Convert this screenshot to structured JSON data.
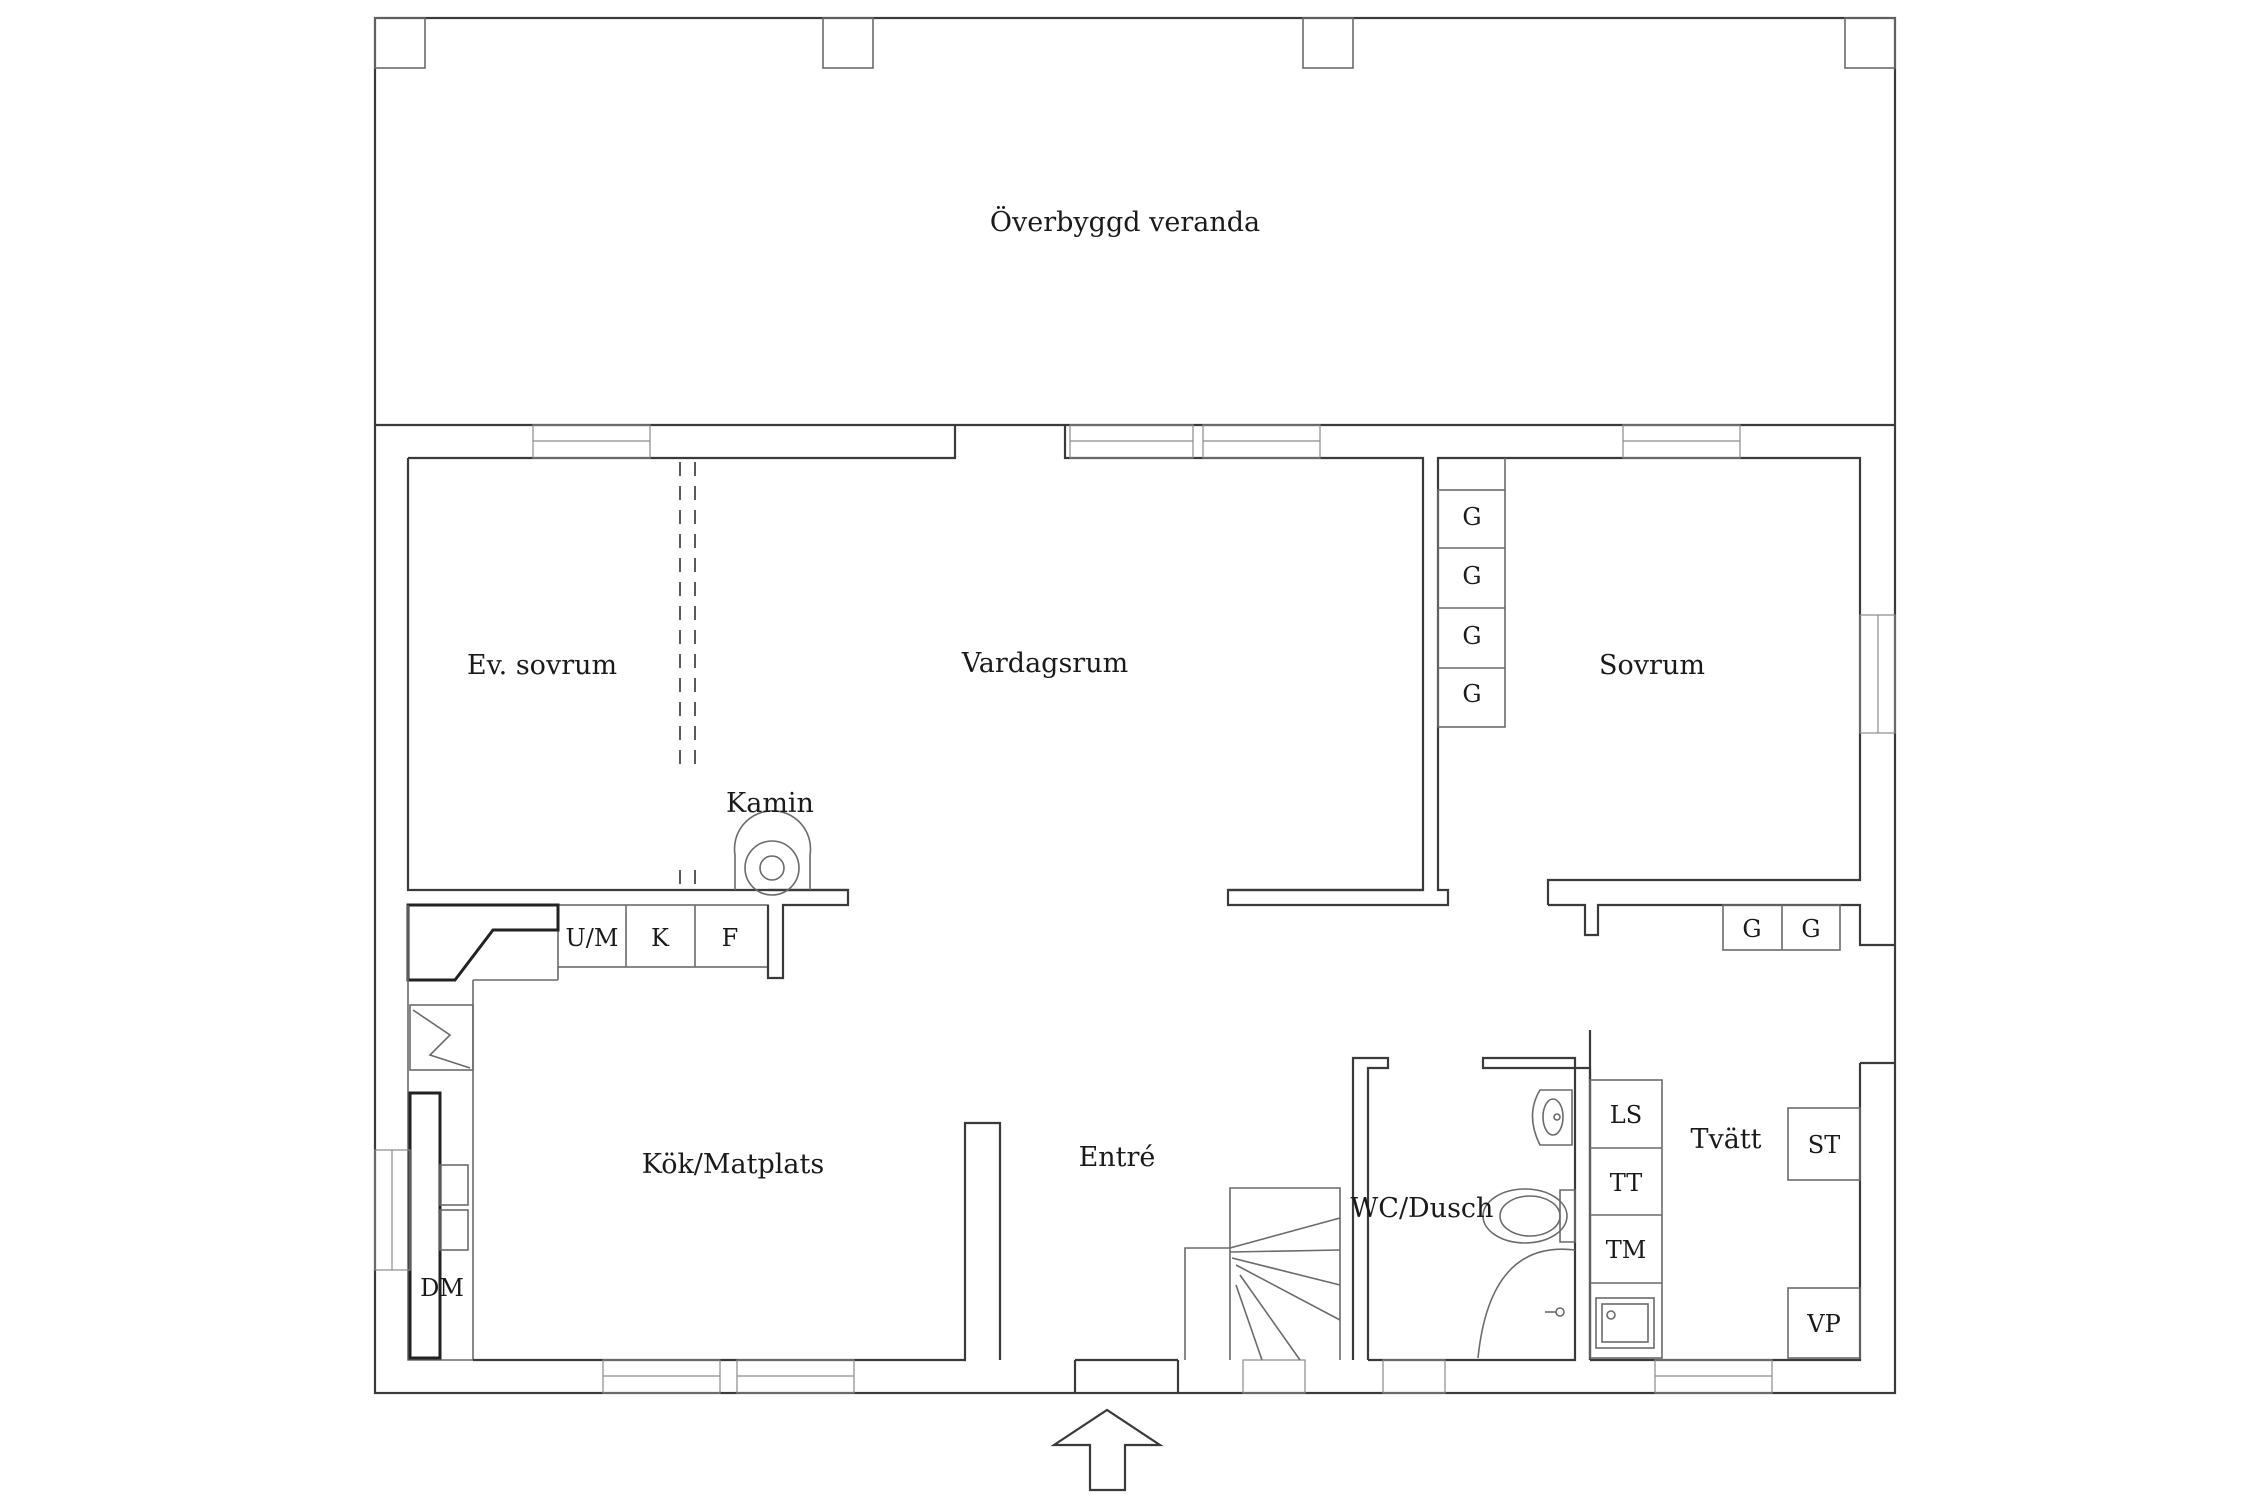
{
  "rooms": {
    "veranda": "Överbyggd veranda",
    "ev_sovrum": "Ev. sovrum",
    "vardagsrum": "Vardagsrum",
    "sovrum": "Sovrum",
    "kamin": "Kamin",
    "kok": "Kök/Matplats",
    "entre": "Entré",
    "wc": "WC/Dusch",
    "tvatt": "Tvätt"
  },
  "fixtures": {
    "garderob": "G",
    "ugn_mikro": "U/M",
    "kyl": "K",
    "frys": "F",
    "diskmaskin": "DM",
    "linneskap": "LS",
    "torktumlare": "TT",
    "tvattmaskin": "TM",
    "stadskap": "ST",
    "varmepump": "VP"
  },
  "icons": {
    "entrance": "entrance-arrow-icon",
    "fireplace": "fireplace-icon",
    "stove": "stove-icon",
    "sink": "sink-icon",
    "toilet": "toilet-icon",
    "washbasin": "washbasin-icon",
    "utility_sink": "utility-sink-icon",
    "stairs": "stairs-icon"
  }
}
